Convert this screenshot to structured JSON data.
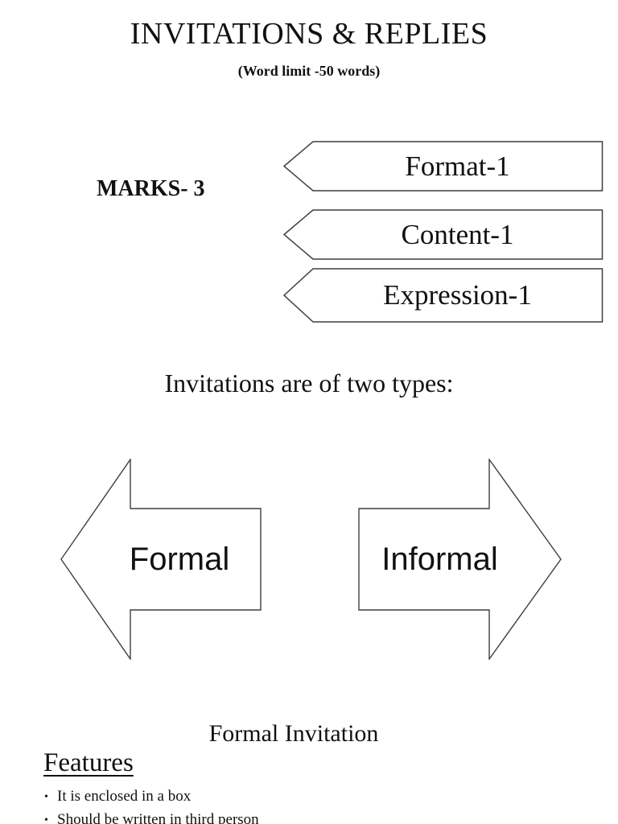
{
  "page": {
    "title": "INVITATIONS & REPLIES",
    "subtitle": "(Word limit -50 words)",
    "marks_label": "MARKS- 3",
    "criteria": [
      {
        "label": "Format-1"
      },
      {
        "label": "Content-1"
      },
      {
        "label": "Expression-1"
      }
    ],
    "types_heading": "Invitations are of two types:",
    "types": [
      {
        "label": "Formal",
        "direction": "left"
      },
      {
        "label": "Informal",
        "direction": "right"
      }
    ],
    "section_heading": "Formal Invitation",
    "features_heading": "Features",
    "bullet_glyph": "•",
    "features": [
      "It is enclosed in a box",
      "Should be written in third person"
    ],
    "colors": {
      "background": "#ffffff",
      "text": "#111111",
      "shape_outline": "#3f3f3f"
    }
  }
}
